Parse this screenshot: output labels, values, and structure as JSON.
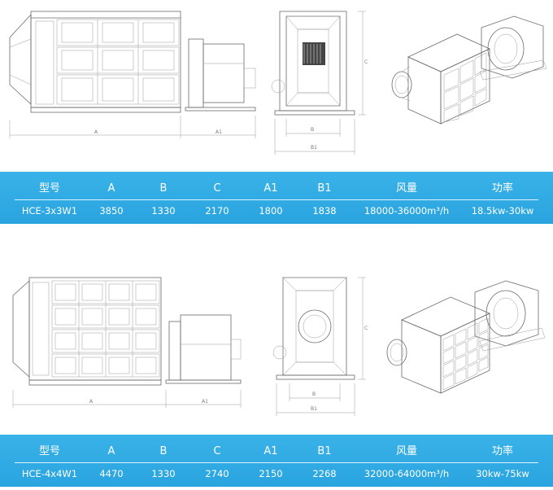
{
  "columns": [
    "型号",
    "A",
    "B",
    "C",
    "A1",
    "B1",
    "风量",
    "功率"
  ],
  "models": [
    {
      "values": [
        "HCE-3x3W1",
        "3850",
        "1330",
        "2170",
        "1800",
        "1838",
        "18000-36000m³/h",
        "18.5kw-30kw"
      ],
      "dims": {
        "a": "A",
        "a1": "A1",
        "b": "B",
        "b1": "B1",
        "c": "C"
      }
    },
    {
      "values": [
        "HCE-4x4W1",
        "4470",
        "1330",
        "2740",
        "2150",
        "2268",
        "32000-64000m³/h",
        "30kw-75kw"
      ],
      "dims": {
        "a": "A",
        "a1": "A1",
        "b": "B",
        "b1": "B1",
        "c": "C"
      }
    }
  ],
  "colors": {
    "bar": "#2ea8e2",
    "line": "#6a6a6a"
  }
}
